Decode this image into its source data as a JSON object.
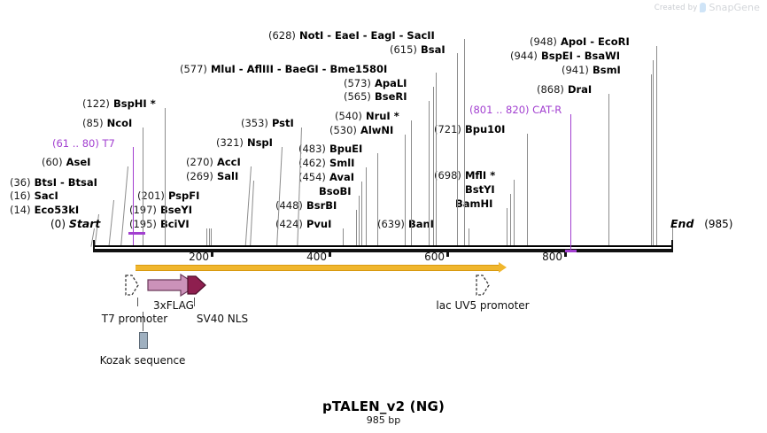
{
  "watermark": {
    "created_by": "Created by",
    "brand": "SnapGene",
    "logo_icon": "snapgene-logo-icon"
  },
  "title": {
    "name": "pTALEN_v2 (NG)",
    "length": "985 bp"
  },
  "ruler": {
    "start_label": "Start",
    "start_pos": "(0)",
    "end_label": "End",
    "end_pos": "(985)",
    "ticks": [
      {
        "value": 200,
        "label": "200"
      },
      {
        "value": 400,
        "label": "400"
      },
      {
        "value": 600,
        "label": "600"
      },
      {
        "value": 800,
        "label": "800"
      }
    ],
    "total_bp": 985
  },
  "colors": {
    "feature_purple": "#a23fd0",
    "orange_track": "#f0b62d",
    "flag_arrow": "#cb92b9",
    "nls_arrow": "#8e1f4f",
    "kozak": "#9fb0c0",
    "leader_line": "#8c8c8c"
  },
  "enzyme_labels": [
    {
      "id": "eco53ki",
      "pos": "(14)",
      "names": "Eco53kI",
      "site": 14
    },
    {
      "id": "saci",
      "pos": "(16)",
      "names": "SacI",
      "site": 16
    },
    {
      "id": "btsi",
      "pos": "(36)",
      "names": "BtsI - BtsaI",
      "site": 36
    },
    {
      "id": "asei",
      "pos": "(60)",
      "names": "AseI",
      "site": 60
    },
    {
      "id": "t7",
      "pos": "(61 .. 80)",
      "names": "T7",
      "site": 70,
      "feature": true
    },
    {
      "id": "ncoi",
      "pos": "(85)",
      "names": "NcoI",
      "site": 85
    },
    {
      "id": "bsphi",
      "pos": "(122)",
      "names": "BspHI *",
      "site": 122
    },
    {
      "id": "bcivi",
      "pos": "(195)",
      "names": "BciVI",
      "site": 195
    },
    {
      "id": "bseyi",
      "pos": "(197)",
      "names": "BseYI",
      "site": 197
    },
    {
      "id": "pspfi",
      "pos": "(201)",
      "names": "PspFI",
      "site": 201
    },
    {
      "id": "sali",
      "pos": "(269)",
      "names": "SalI",
      "site": 269
    },
    {
      "id": "acci",
      "pos": "(270)",
      "names": "AccI",
      "site": 270
    },
    {
      "id": "nspi",
      "pos": "(321)",
      "names": "NspI",
      "site": 321
    },
    {
      "id": "psti",
      "pos": "(353)",
      "names": "PstI",
      "site": 353
    },
    {
      "id": "pvui",
      "pos": "(424)",
      "names": "PvuI",
      "site": 424
    },
    {
      "id": "bsrbi",
      "pos": "(448)",
      "names": "BsrBI",
      "site": 448
    },
    {
      "id": "bsobi",
      "pos": "",
      "names": "BsoBI",
      "site": 452
    },
    {
      "id": "avai",
      "pos": "(454)",
      "names": "AvaI",
      "site": 454
    },
    {
      "id": "smli",
      "pos": "(462)",
      "names": "SmlI",
      "site": 462
    },
    {
      "id": "bpuei",
      "pos": "(483)",
      "names": "BpuEI",
      "site": 483
    },
    {
      "id": "alwni",
      "pos": "(530)",
      "names": "AlwNI",
      "site": 530
    },
    {
      "id": "nrui",
      "pos": "(540)",
      "names": "NruI *",
      "site": 540
    },
    {
      "id": "bseri",
      "pos": "(565)",
      "names": "BseRI",
      "site": 565
    },
    {
      "id": "apali",
      "pos": "(573)",
      "names": "ApaLI",
      "site": 573
    },
    {
      "id": "mlui",
      "pos": "(577)",
      "names": "MluI - AflIII - BaeGI - Bme1580I",
      "site": 577
    },
    {
      "id": "bsai",
      "pos": "(615)",
      "names": "BsaI",
      "site": 615
    },
    {
      "id": "noti",
      "pos": "(628)",
      "names": "NotI - EaeI - EagI - SacII",
      "site": 628
    },
    {
      "id": "bani",
      "pos": "(639)",
      "names": "BanI",
      "site": 639
    },
    {
      "id": "bamhi",
      "pos": "",
      "names": "BamHI",
      "site": 706
    },
    {
      "id": "bstyi",
      "pos": "",
      "names": "BstYI",
      "site": 702
    },
    {
      "id": "mfli",
      "pos": "(698)",
      "names": "MflI *",
      "site": 698
    },
    {
      "id": "bpu10i",
      "pos": "(721)",
      "names": "Bpu10I",
      "site": 721
    },
    {
      "id": "catr",
      "pos": "(801 .. 820)",
      "names": "CAT-R",
      "site": 810,
      "feature": true
    },
    {
      "id": "drai",
      "pos": "(868)",
      "names": "DraI",
      "site": 868
    },
    {
      "id": "bsmi",
      "pos": "(941)",
      "names": "BsmI",
      "site": 941
    },
    {
      "id": "bspei",
      "pos": "(944)",
      "names": "BspEI - BsaWI",
      "site": 944
    },
    {
      "id": "apoi",
      "pos": "(948)",
      "names": "ApoI - EcoRI",
      "site": 948
    }
  ],
  "features": [
    {
      "id": "t7-promoter",
      "label": "T7 promoter",
      "shape": "open-arrow"
    },
    {
      "id": "3xflag",
      "label": "3xFLAG",
      "shape": "filled-arrow"
    },
    {
      "id": "sv40-nls",
      "label": "SV40 NLS",
      "shape": "filled-arrow"
    },
    {
      "id": "lac-uv5-promoter",
      "label": "lac UV5 promoter",
      "shape": "open-arrow"
    },
    {
      "id": "kozak",
      "label": "Kozak sequence",
      "shape": "box"
    }
  ]
}
